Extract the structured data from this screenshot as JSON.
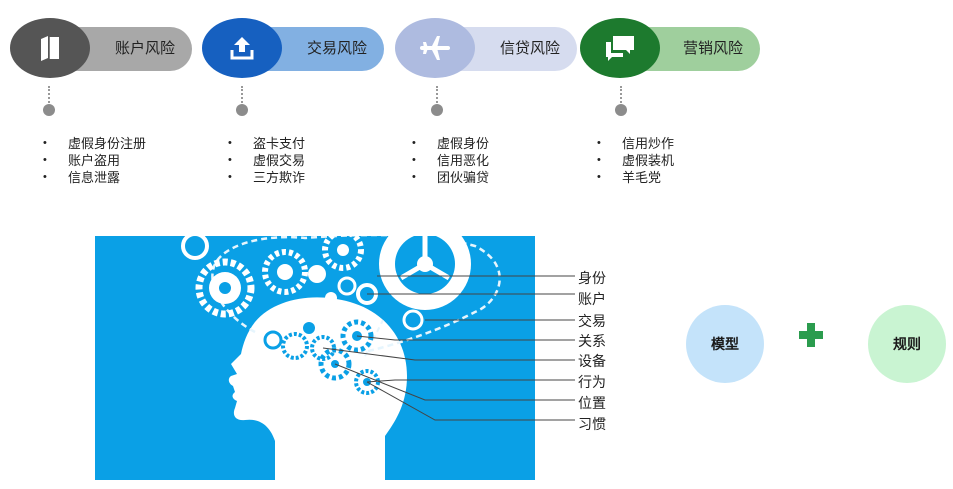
{
  "risk_categories": [
    {
      "label": "账户风险",
      "icon": "book-icon",
      "circle_color": "#555555",
      "pill_color": "#a8a8a8",
      "items": [
        "虚假身份注册",
        "账户盗用",
        "信息泄露"
      ]
    },
    {
      "label": "交易风险",
      "icon": "upload-icon",
      "circle_color": "#1660c0",
      "pill_color": "#82b0e2",
      "items": [
        "盗卡支付",
        "虚假交易",
        "三方欺诈"
      ]
    },
    {
      "label": "信贷风险",
      "icon": "airplane-icon",
      "circle_color": "#aebbe0",
      "pill_color": "#d6dcef",
      "items": [
        "虚假身份",
        "信用恶化",
        "团伙骗贷"
      ]
    },
    {
      "label": "营销风险",
      "icon": "chat-icon",
      "circle_color": "#1d7a2e",
      "pill_color": "#9fcf9d",
      "items": [
        "信用炒作",
        "虚假装机",
        "羊毛党"
      ]
    }
  ],
  "dimensions": [
    "身份",
    "账户",
    "交易",
    "关系",
    "设备",
    "行为",
    "位置",
    "习惯"
  ],
  "model_label": "模型",
  "rule_label": "规则",
  "colors": {
    "brain_bg": "#0aa0e6",
    "model_bg": "#c4e3fa",
    "rule_bg": "#c9f4d2",
    "plus": "#2b9c4e"
  }
}
